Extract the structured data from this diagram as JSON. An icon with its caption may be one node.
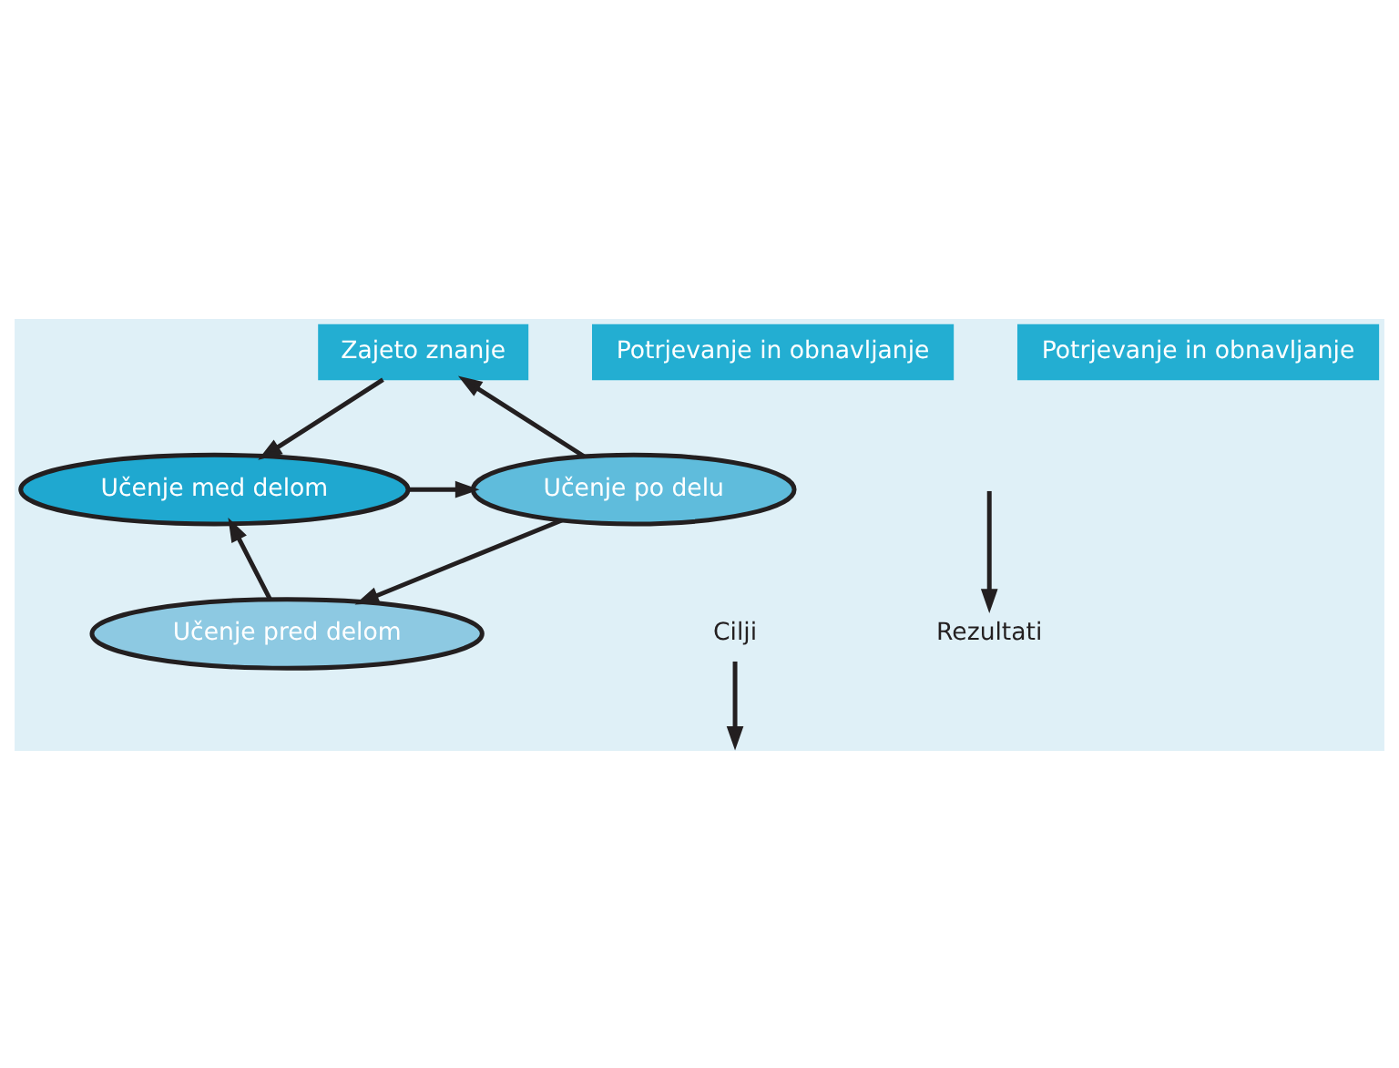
{
  "diagram": {
    "nodes": [
      {
        "text": [
          "Zajeto znanje"
        ]
      },
      {
        "text": [
          "Potrjevanje in obnavljanje"
        ]
      },
      {
        "text": [
          "Potrjevanje in obnavljanje"
        ]
      },
      {
        "text": [
          "Učenje med delom"
        ]
      },
      {
        "text": [
          "Učenje po delu"
        ]
      },
      {
        "text": [
          "Učenje pred delom"
        ]
      },
      {
        "text": [
          "Cilji"
        ]
      },
      {
        "text": [
          "Rezultati"
        ]
      }
    ],
    "edges": [
      {
        "from": 0,
        "to": 3,
        "arrow": "to"
      },
      {
        "from": 4,
        "to": 0,
        "arrow": "to"
      },
      {
        "from": 3,
        "to": 4,
        "arrow": "to"
      },
      {
        "from": 4,
        "to": 5,
        "arrow": "to"
      },
      {
        "from": 5,
        "to": 3,
        "arrow": "to"
      },
      {
        "from": 6,
        "to": null,
        "arrow": "to"
      },
      {
        "from": null,
        "to": 7,
        "arrow": "to"
      }
    ]
  }
}
